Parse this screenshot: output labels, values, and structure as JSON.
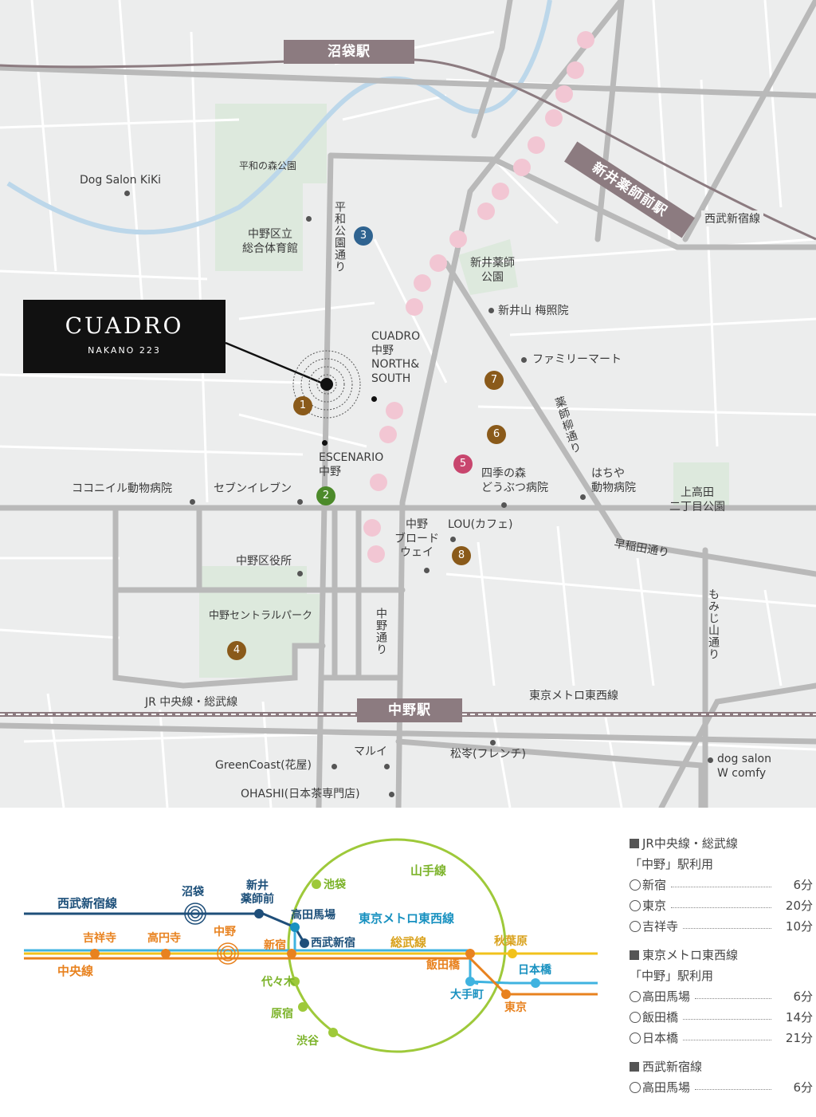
{
  "map": {
    "stations": {
      "numabukuro": "沼袋駅",
      "araiyakushi": "新井薬師前駅",
      "nakano": "中野駅"
    },
    "lines": {
      "seibu_shinjuku": "西武新宿線",
      "jr": "JR 中央線・総武線",
      "tozai": "東京メトロ東西線"
    },
    "logo": {
      "name": "CUADRO",
      "sub": "NAKANO 223"
    },
    "streets": {
      "heiwa_koen": "平和公園通り",
      "yakushi_ayame": "薬師柳通り",
      "waseda": "早稲田通り",
      "momiji": "もみじ山通り",
      "nakano_dori": "中野通り"
    },
    "places": {
      "dog_kiki": "Dog Salon KiKi",
      "heiwa_park": "平和の森公園",
      "gym": "中野区立\n総合体育館",
      "arai_park": "新井薬師\n公園",
      "baishoin": "新井山 梅照院",
      "familymart": "ファミリーマート",
      "cuadro_ns": "CUADRO\n中野\nNORTH&\nSOUTH",
      "escenario": "ESCENARIO\n中野",
      "kokonil": "ココニイル動物病院",
      "seven": "セブンイレブン",
      "shiki": "四季の森\nどうぶつ病院",
      "hachiya": "はちや\n動物病院",
      "kamitakada": "上高田\n二丁目公園",
      "broadway": "中野\nブロード\nウェイ",
      "lou": "LOU(カフェ)",
      "ward_office": "中野区役所",
      "central_park": "中野セントラルパーク",
      "marui": "マルイ",
      "matsuan": "松岺(フレンチ)",
      "greencoast": "GreenCoast(花屋)",
      "ohashi": "OHASHI(日本茶専門店)",
      "wcomfy": "dog salon\nW comfy"
    },
    "markers": [
      "1",
      "2",
      "3",
      "4",
      "5",
      "6",
      "7",
      "8"
    ],
    "colors": {
      "brown": "#8a5a1a",
      "green": "#4c8a2a",
      "navy": "#2f6390",
      "pink": "#c8466e",
      "station": "#8c7b80",
      "sakura": "#f2c6d3"
    }
  },
  "route": {
    "lines": {
      "seibu": "西武新宿線",
      "chuo": "中央線",
      "yamanote": "山手線",
      "tozai": "東京メトロ東西線",
      "sobu": "総武線"
    },
    "stations": {
      "numabukuro": "沼袋",
      "araiyakushi": "新井\n薬師前",
      "takadanobaba": "高田馬場",
      "seibushinjuku": "西武新宿",
      "kichijoji": "吉祥寺",
      "koenji": "高円寺",
      "nakano": "中野",
      "shinjuku": "新宿",
      "ikebukuro": "池袋",
      "yoyogi": "代々木",
      "harajuku": "原宿",
      "shibuya": "渋谷",
      "iidabashi": "飯田橋",
      "otemachi": "大手町",
      "tokyo": "東京",
      "akihabara": "秋葉原",
      "nihonbashi": "日本橋"
    },
    "colors": {
      "seibu": "#1f4f7a",
      "chuo": "#e8821f",
      "sobu": "#f2c21b",
      "tozai": "#3fb3e0",
      "yamanote": "#9ec93a"
    }
  },
  "legend": {
    "groups": [
      {
        "title": "JR中央線・総武線",
        "sub": "「中野」駅利用",
        "rows": [
          {
            "to": "新宿",
            "time": "6分"
          },
          {
            "to": "東京",
            "time": "20分"
          },
          {
            "to": "吉祥寺",
            "time": "10分"
          }
        ]
      },
      {
        "title": "東京メトロ東西線",
        "sub": "「中野」駅利用",
        "rows": [
          {
            "to": "高田馬場",
            "time": "6分"
          },
          {
            "to": "飯田橋",
            "time": "14分"
          },
          {
            "to": "日本橋",
            "time": "21分"
          }
        ]
      },
      {
        "title": "西武新宿線",
        "sub": "",
        "rows": [
          {
            "to": "高田馬場",
            "time": "6分"
          }
        ]
      }
    ]
  }
}
